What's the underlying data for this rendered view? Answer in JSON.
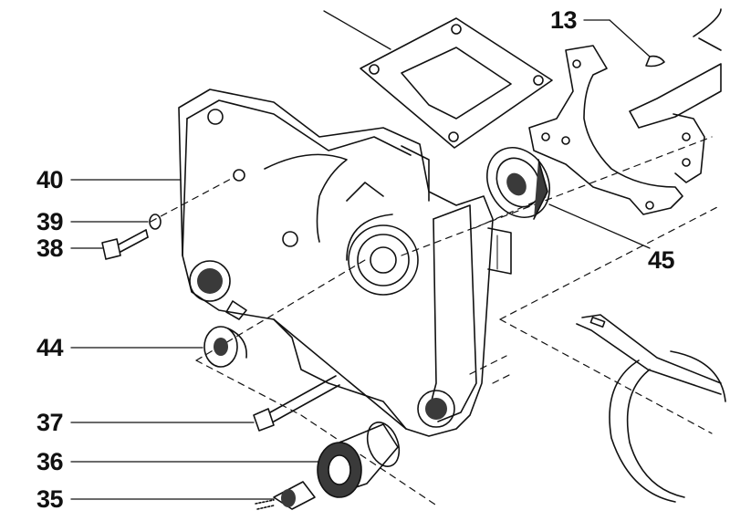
{
  "diagram": {
    "type": "exploded-parts-drawing",
    "callouts": [
      {
        "id": "c13",
        "text": "13"
      },
      {
        "id": "c40",
        "text": "40"
      },
      {
        "id": "c39",
        "text": "39"
      },
      {
        "id": "c38",
        "text": "38"
      },
      {
        "id": "c45",
        "text": "45"
      },
      {
        "id": "c44",
        "text": "44"
      },
      {
        "id": "c37",
        "text": "37"
      },
      {
        "id": "c36",
        "text": "36"
      },
      {
        "id": "c35",
        "text": "35"
      }
    ],
    "colors": {
      "line": "#111111",
      "shade": "#3a3a3a",
      "background": "#ffffff"
    }
  }
}
